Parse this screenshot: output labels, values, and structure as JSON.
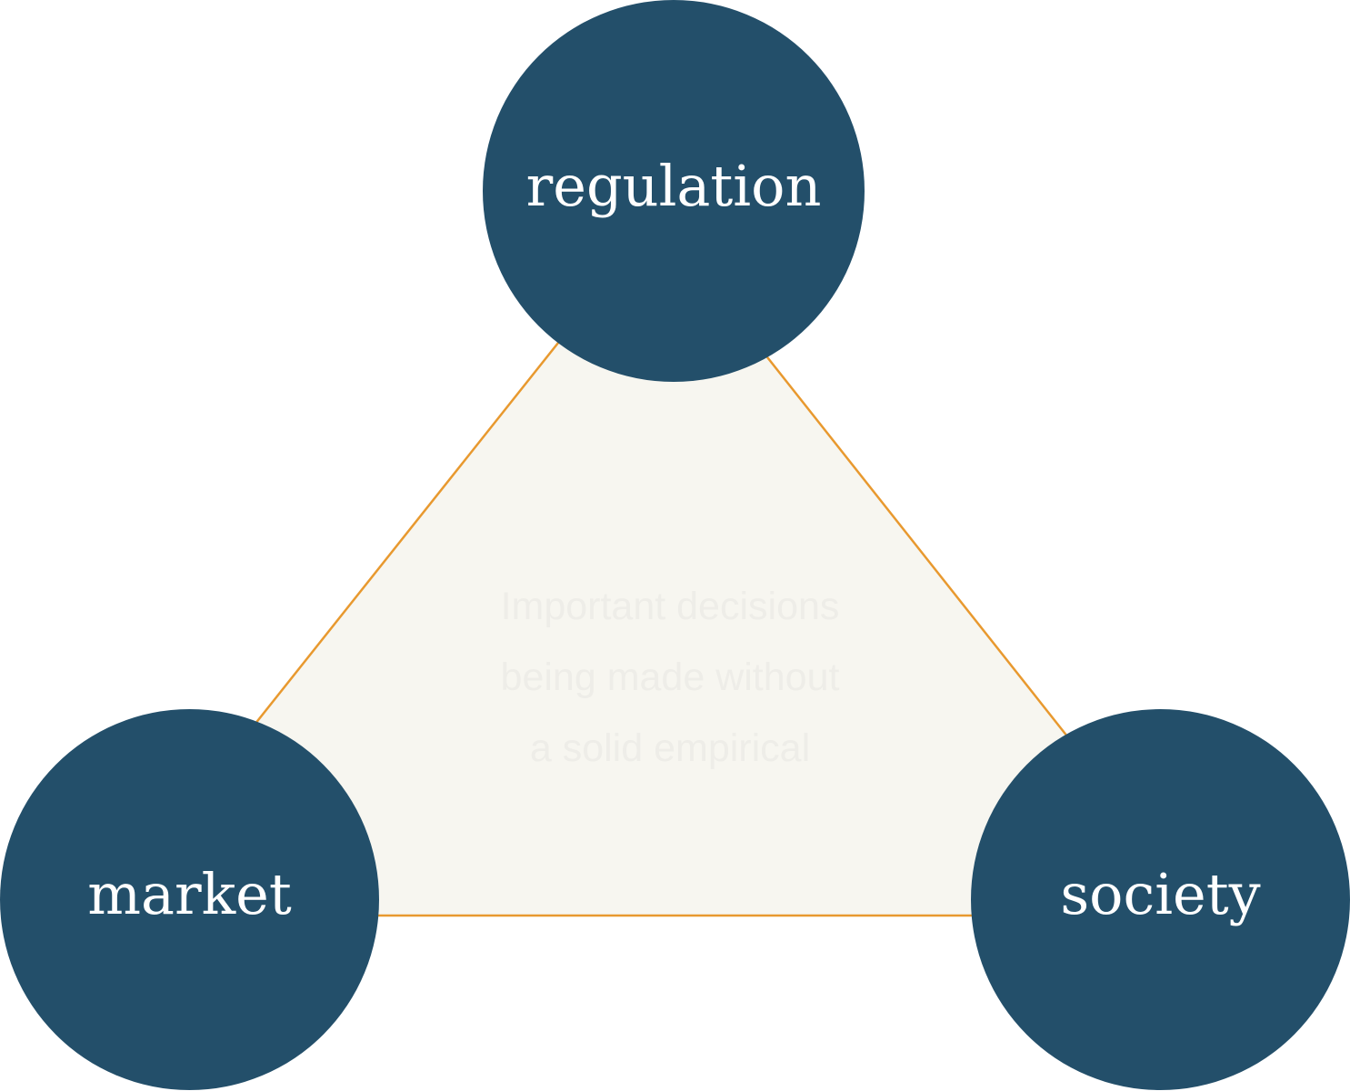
{
  "diagram": {
    "center_text_lines": [
      "Important decisions",
      "being made without",
      "a solid empirical"
    ],
    "nodes": [
      {
        "id": "regulation",
        "label": "regulation"
      },
      {
        "id": "market",
        "label": "market"
      },
      {
        "id": "society",
        "label": "society"
      }
    ]
  },
  "colors": {
    "node_fill": "#234F6A",
    "triangle_fill": "#F7F6F0",
    "triangle_stroke": "#E8992F",
    "node_text": "#FFFFFF",
    "center_text": "#EEEDE8"
  }
}
